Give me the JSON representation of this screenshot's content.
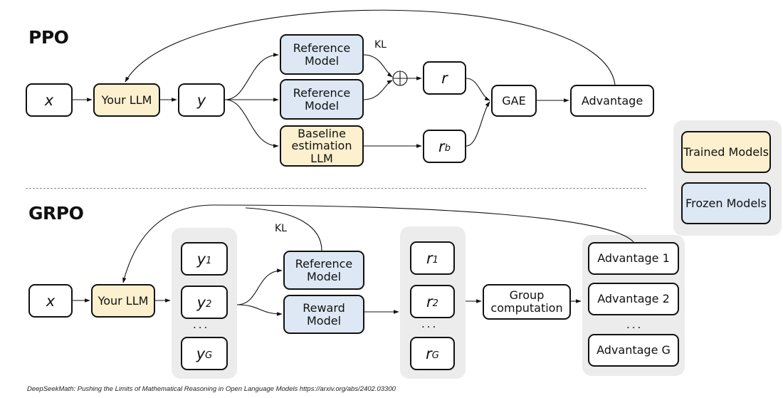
{
  "ppo": {
    "title": "PPO",
    "x": "x",
    "llm": "Your LLM",
    "y": "y",
    "reference_model_1": "Reference Model",
    "reference_model_2": "Reference Model",
    "baseline": "Baseline estimation LLM",
    "kl": "KL",
    "r": "r",
    "rb_base": "r",
    "rb_sub": "b",
    "gae": "GAE",
    "advantage": "Advantage"
  },
  "grpo": {
    "title": "GRPO",
    "x": "x",
    "llm": "Your LLM",
    "outputs": [
      {
        "base": "y",
        "sub": "1"
      },
      {
        "base": "y",
        "sub": "2"
      },
      {
        "base": "y",
        "sub": "G"
      }
    ],
    "outputs_ellipsis": "...",
    "reference_model": "Reference Model",
    "reward_model": "Reward Model",
    "kl": "KL",
    "rewards": [
      {
        "base": "r",
        "sub": "1"
      },
      {
        "base": "r",
        "sub": "2"
      },
      {
        "base": "r",
        "sub": "G"
      }
    ],
    "rewards_ellipsis": "...",
    "group_computation": "Group computation",
    "advantages": [
      "Advantage 1",
      "Advantage 2",
      "Advantage G"
    ],
    "advantages_ellipsis": "..."
  },
  "legend": {
    "trained": "Trained Models",
    "frozen": "Frozen Models"
  },
  "colors": {
    "trained": "#fcf0ce",
    "frozen": "#dde8f4",
    "panel": "#ececec"
  },
  "citation": "DeepSeekMath: Pushing the Limits of Mathematical Reasoning in Open Language Models https://arxiv.org/abs/2402.03300"
}
